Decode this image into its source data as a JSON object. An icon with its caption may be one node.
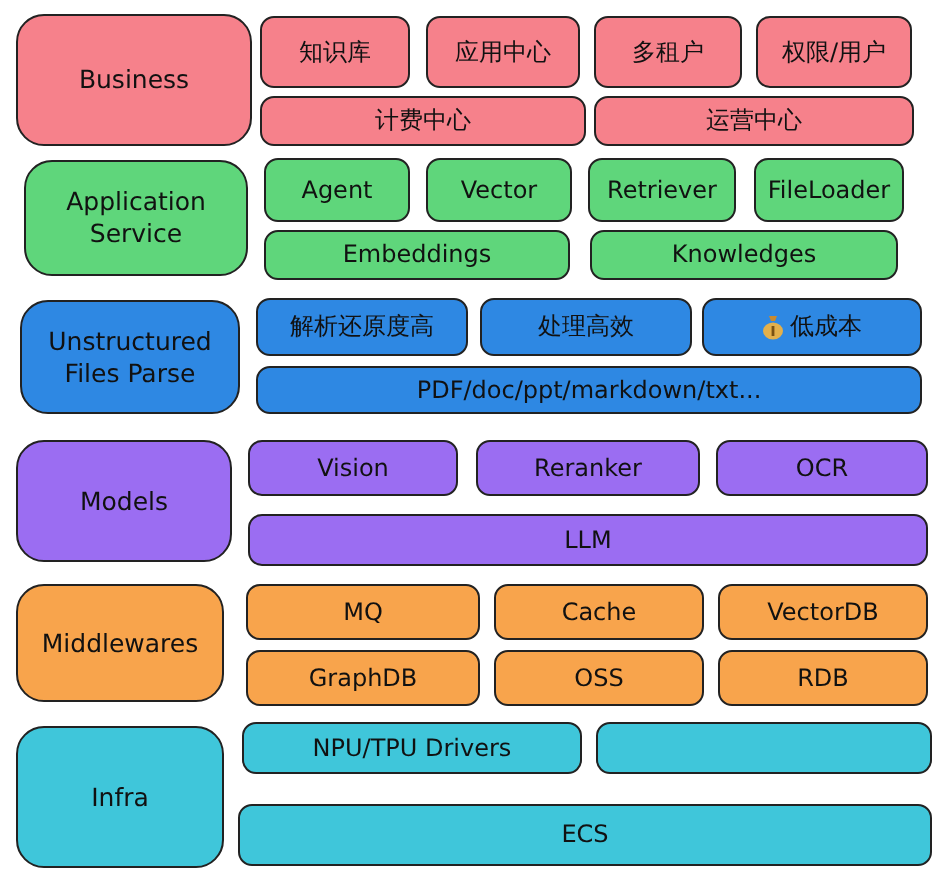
{
  "diagram": {
    "nodes": [
      {
        "text": [
          "Business"
        ]
      },
      {
        "text": [
          "知识库"
        ]
      },
      {
        "text": [
          "应用中心"
        ]
      },
      {
        "text": [
          "多租户"
        ]
      },
      {
        "text": [
          "权限/用户"
        ]
      },
      {
        "text": [
          "计费中心"
        ]
      },
      {
        "text": [
          "运营中心"
        ]
      },
      {
        "text": [
          "Application Service"
        ]
      },
      {
        "text": [
          "Agent"
        ]
      },
      {
        "text": [
          "Vector"
        ]
      },
      {
        "text": [
          "Retriever"
        ]
      },
      {
        "text": [
          "FileLoader"
        ]
      },
      {
        "text": [
          "Embeddings"
        ]
      },
      {
        "text": [
          "Knowledges"
        ]
      },
      {
        "text": [
          "Unstructured Files Parse"
        ]
      },
      {
        "text": [
          "解析还原度高"
        ]
      },
      {
        "text": [
          "处理高效"
        ]
      },
      {
        "text": [
          "低成本"
        ]
      },
      {
        "text": [
          "PDF/doc/ppt/markdown/txt..."
        ]
      },
      {
        "text": [
          "Models"
        ]
      },
      {
        "text": [
          "Vision"
        ]
      },
      {
        "text": [
          "Reranker"
        ]
      },
      {
        "text": [
          "OCR"
        ]
      },
      {
        "text": [
          "LLM"
        ]
      },
      {
        "text": [
          "Middlewares"
        ]
      },
      {
        "text": [
          "MQ"
        ]
      },
      {
        "text": [
          "Cache"
        ]
      },
      {
        "text": [
          "VectorDB"
        ]
      },
      {
        "text": [
          "GraphDB"
        ]
      },
      {
        "text": [
          "OSS"
        ]
      },
      {
        "text": [
          "RDB"
        ]
      },
      {
        "text": [
          "Infra"
        ]
      },
      {
        "text": [
          "NPU/TPU Drivers"
        ]
      },
      {
        "text": [],
        "shape": "box"
      },
      {
        "text": [
          "ECS"
        ]
      }
    ]
  }
}
